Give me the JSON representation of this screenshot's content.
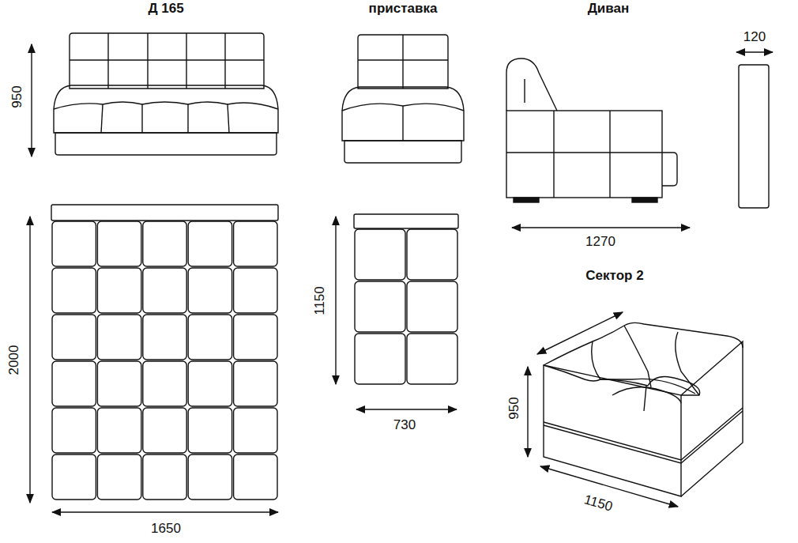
{
  "diagram": {
    "labels": [
      "Д 165",
      "приставка",
      "Диван",
      "950",
      "120",
      "1270",
      "2000",
      "1150",
      "730",
      "Сектор 2",
      "950",
      "1150",
      "1650"
    ]
  }
}
